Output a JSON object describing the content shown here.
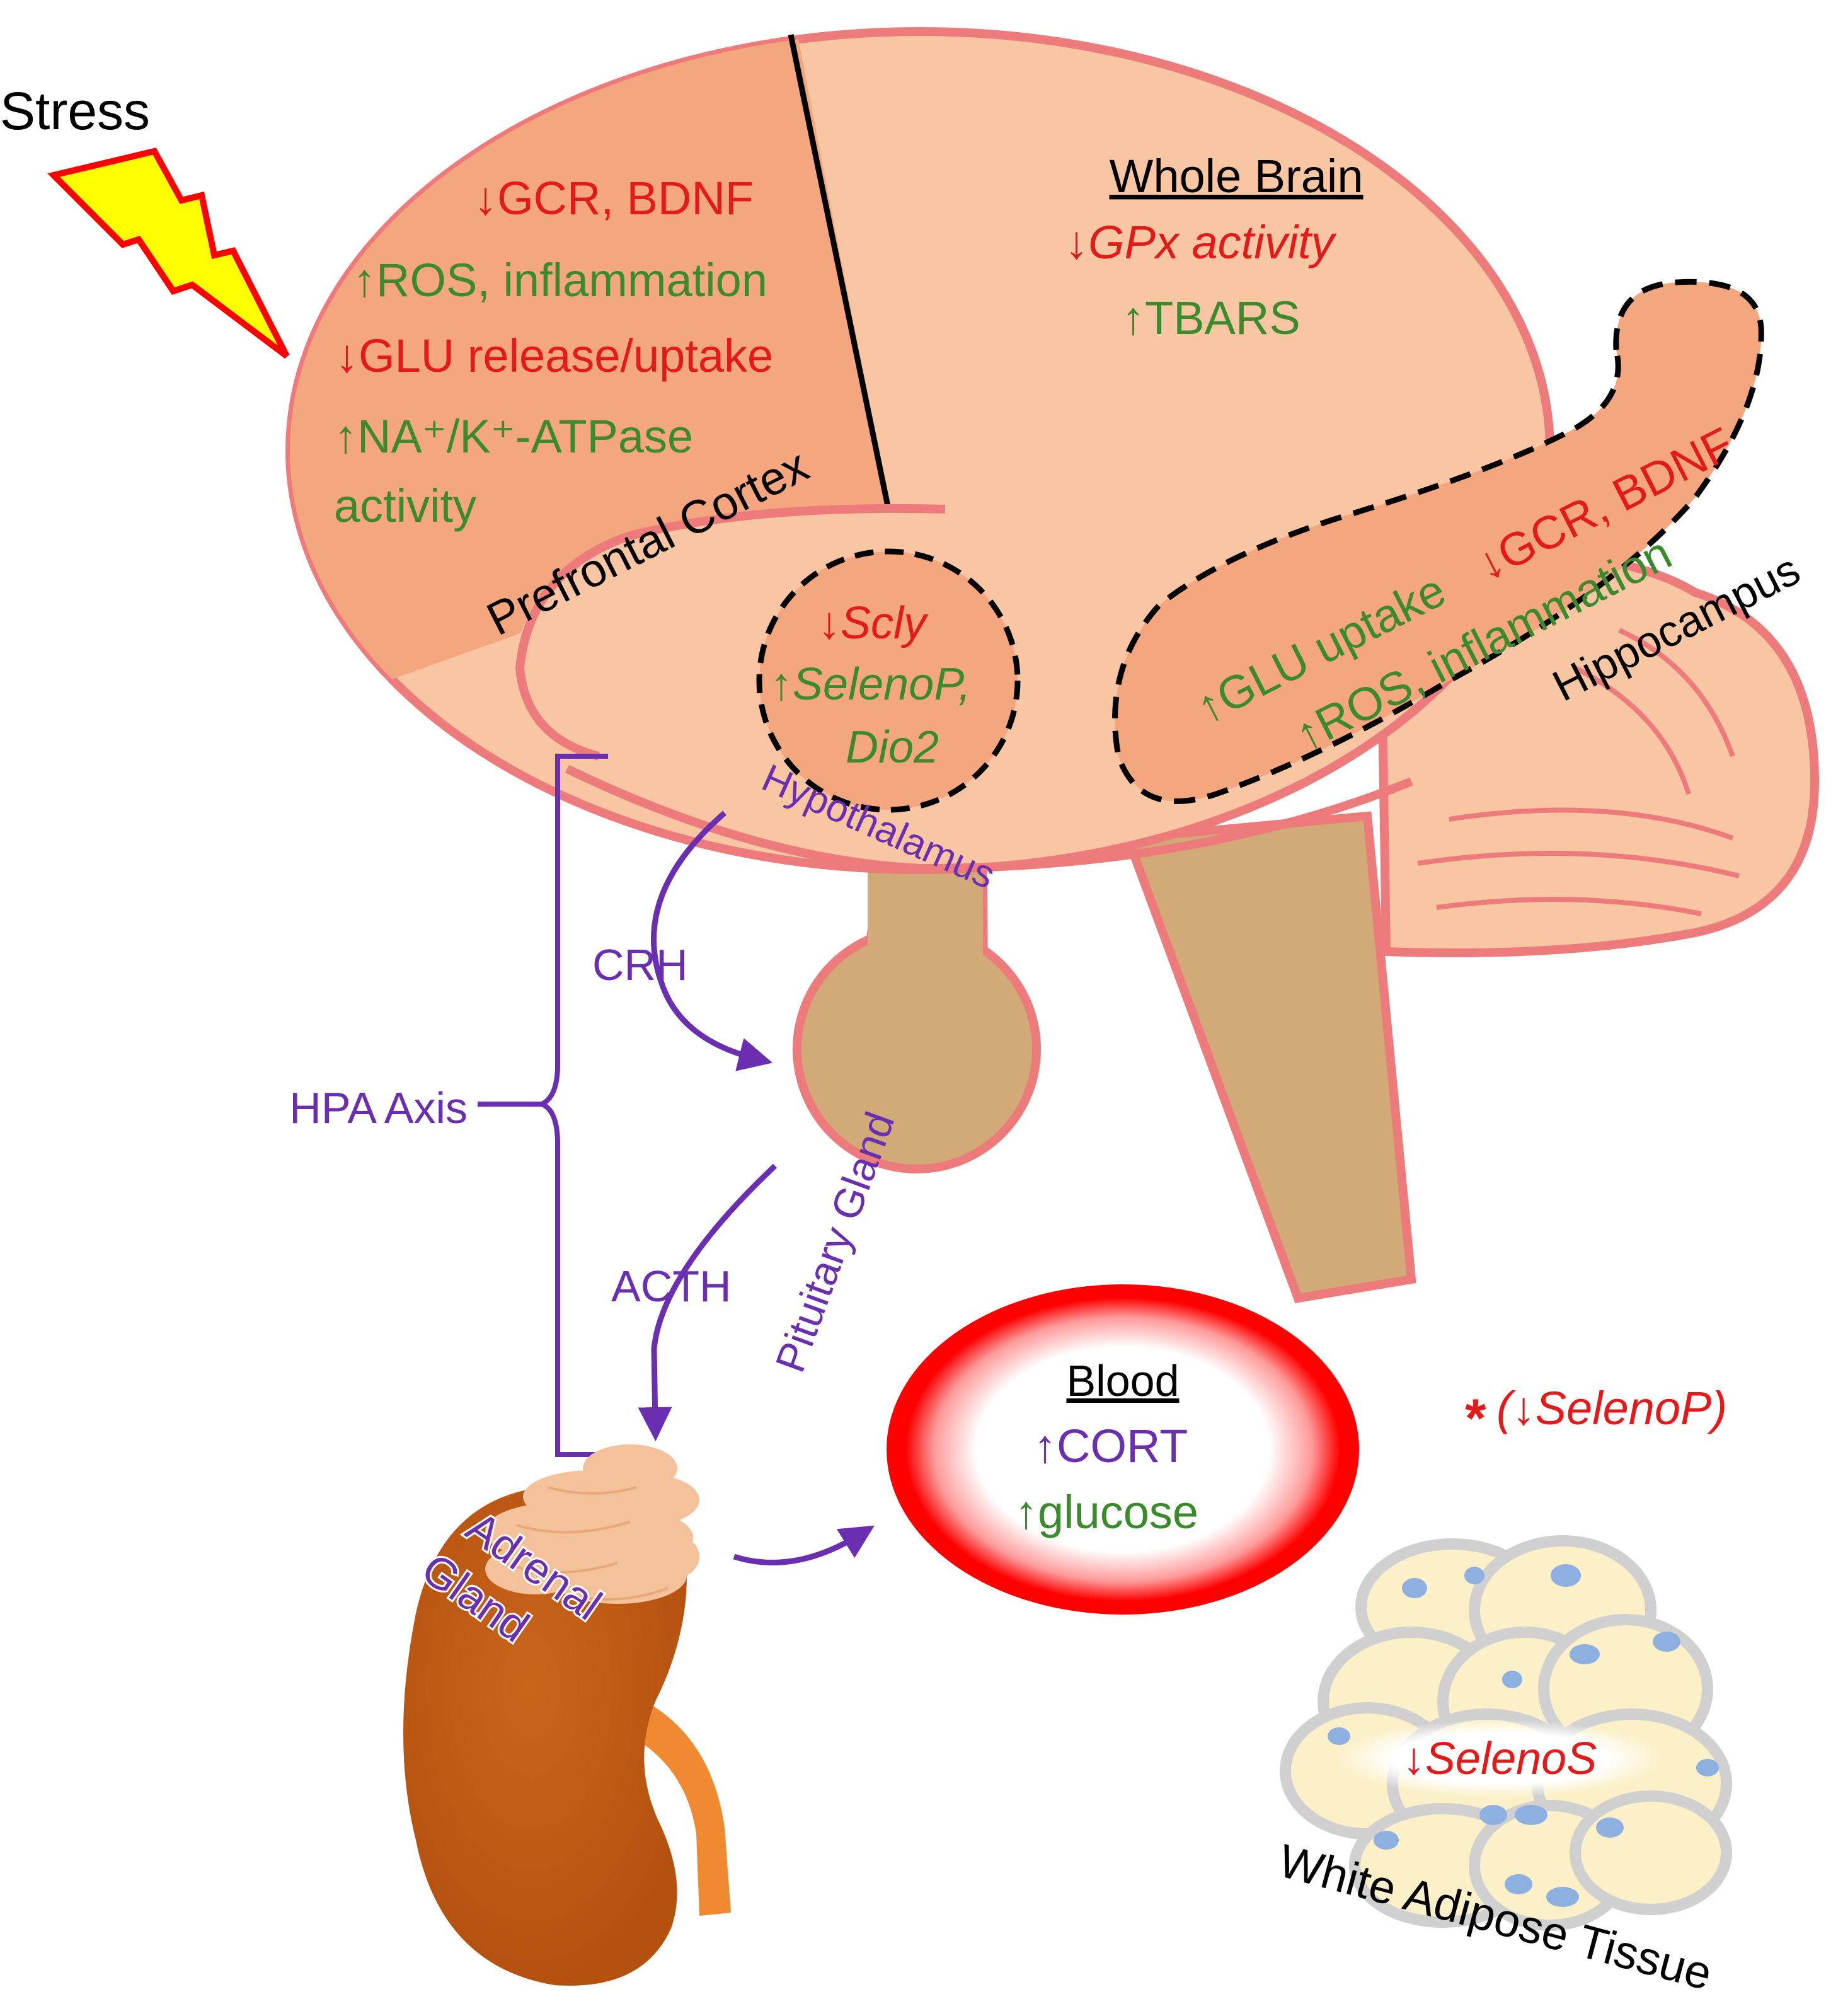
{
  "colors": {
    "brain_fill": "#f9c6a4",
    "brain_region": "#f4a67e",
    "brain_outline": "#ee7b7b",
    "stem": "#d2aa78",
    "red_text": "#e31a1a",
    "green_text": "#3c8a2e",
    "purple": "#6a2eb0",
    "kidney": "#c05a15",
    "adrenal": "#f4c29a",
    "fat_cell": "#fbf0c8",
    "fat_outline": "#d0d0d0",
    "fat_nucleus": "#8eb0e0",
    "blood_ring": "#ff0000",
    "bolt_fill": "#ffff00",
    "bolt_outline": "#ff0000"
  },
  "stress": {
    "label": "Stress"
  },
  "prefrontal": {
    "name": "Prefrontal Cortex",
    "line1": "↓GCR, BDNF",
    "line2": "↑ROS, inflammation",
    "line3": "↓GLU release/uptake",
    "line4": "↑NA⁺/K⁺-ATPase",
    "line5": "activity"
  },
  "whole_brain": {
    "title": "Whole Brain",
    "line1": "↓GPx activity",
    "line2": "↑TBARS"
  },
  "hypothalamus": {
    "name": "Hypothalamus",
    "line1": "↓Scly",
    "line2": "↑SelenoP,",
    "line3": "Dio2"
  },
  "hippocampus": {
    "name": "Hippocampus",
    "line1a": "↑GLU uptake",
    "line1b": "↓GCR, BDNF",
    "line2": "↑ROS, inflammation"
  },
  "hpa": {
    "axis_label": "HPA Axis",
    "crh": "CRH",
    "acth": "ACTH",
    "pituitary": "Pituitary Gland",
    "adrenal_line1": "Adrenal",
    "adrenal_line2": "Gland"
  },
  "blood": {
    "title": "Blood",
    "line1": "↑CORT",
    "line2": "↑glucose"
  },
  "selenop_note": {
    "star": "*",
    "text": "(↓SelenoP)"
  },
  "adipose": {
    "marker": "↓SelenoS",
    "label": "White Adipose Tissue"
  }
}
